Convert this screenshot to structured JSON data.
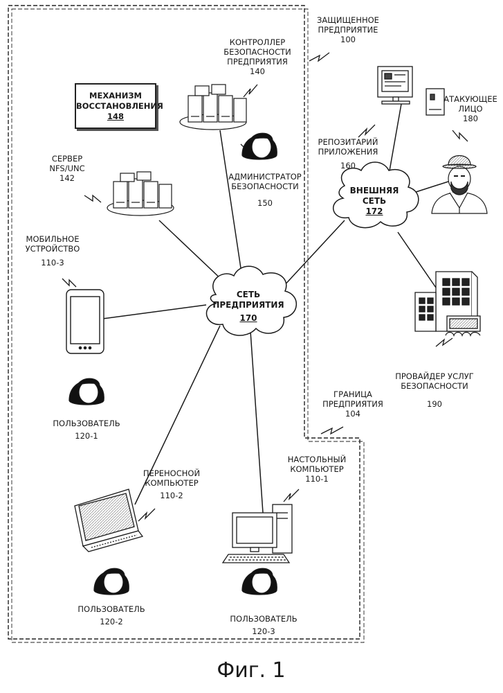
{
  "labels": {
    "secure_enterprise": {
      "name": "ЗАЩИЩЕННОЕ ПРЕДПРИЯТИЕ",
      "ref": "100"
    },
    "security_controller": {
      "name": "КОНТРОЛЛЕР БЕЗОПАСНОСТИ ПРЕДПРИЯТИЯ",
      "ref": "140"
    },
    "recovery_mechanism": {
      "name": "МЕХАНИЗМ ВОССТАНОВЛЕНИЯ",
      "ref": "148"
    },
    "nfs_server": {
      "name": "СЕРВЕР NFS/UNC",
      "ref": "142"
    },
    "security_admin": {
      "name": "АДМИНИСТРАТОР БЕЗОПАСНОСТИ",
      "ref": "150"
    },
    "app_repository": {
      "name": "РЕПОЗИТАРИЙ ПРИЛОЖЕНИЯ",
      "ref": "160"
    },
    "attacker": {
      "name": "АТАКУЮЩЕЕ ЛИЦО",
      "ref": "180"
    },
    "external_network": {
      "name": "ВНЕШНЯЯ СЕТЬ",
      "ref": "172"
    },
    "mobile_device": {
      "name": "МОБИЛЬНОЕ УСТРОЙСТВО",
      "ref": "110-3"
    },
    "enterprise_network": {
      "name": "СЕТЬ ПРЕДПРИЯТИЯ",
      "ref": "170"
    },
    "security_provider": {
      "name": "ПРОВАЙДЕР УСЛУГ БЕЗОПАСНОСТИ",
      "ref": "190"
    },
    "user_1": {
      "name": "ПОЛЬЗОВАТЕЛЬ",
      "ref": "120-1"
    },
    "enterprise_boundary": {
      "name": "ГРАНИЦА ПРЕДПРИЯТИЯ",
      "ref": "104"
    },
    "desktop": {
      "name": "НАСТОЛЬНЫЙ КОМПЬЮТЕР",
      "ref": "110-1"
    },
    "laptop": {
      "name": "ПЕРЕНОСНОЙ КОМПЬЮТЕР",
      "ref": "110-2"
    },
    "user_2": {
      "name": "ПОЛЬЗОВАТЕЛЬ",
      "ref": "120-2"
    },
    "user_3": {
      "name": "ПОЛЬЗОВАТЕЛЬ",
      "ref": "120-3"
    }
  },
  "label_lines": {
    "secure_enterprise": [
      "ЗАЩИЩЕННОЕ",
      "ПРЕДПРИЯТИЕ"
    ],
    "security_controller": [
      "КОНТРОЛЛЕР",
      "БЕЗОПАСНОСТИ",
      "ПРЕДПРИЯТИЯ"
    ],
    "recovery_mechanism": [
      "МЕХАНИЗМ",
      "ВОССТАНОВЛЕНИЯ"
    ],
    "nfs_server": [
      "СЕРВЕР",
      "NFS/UNC"
    ],
    "security_admin": [
      "АДМИНИСТРАТОР",
      "БЕЗОПАСНОСТИ"
    ],
    "app_repository": [
      "РЕПОЗИТАРИЙ",
      "ПРИЛОЖЕНИЯ"
    ],
    "attacker": [
      "АТАКУЮЩЕЕ",
      "ЛИЦО"
    ],
    "external_network": [
      "ВНЕШНЯЯ",
      "СЕТЬ"
    ],
    "mobile_device": [
      "МОБИЛЬНОЕ",
      "УСТРОЙСТВО"
    ],
    "enterprise_network": [
      "СЕТЬ",
      "ПРЕДПРИЯТИЯ"
    ],
    "security_provider": [
      "ПРОВАЙДЕР УСЛУГ",
      "БЕЗОПАСНОСТИ"
    ],
    "enterprise_boundary": [
      "ГРАНИЦА",
      "ПРЕДПРИЯТИЯ"
    ],
    "desktop": [
      "НАСТОЛЬНЫЙ",
      "КОМПЬЮТЕР"
    ],
    "laptop": [
      "ПЕРЕНОСНОЙ",
      "КОМПЬЮТЕР"
    ]
  },
  "caption": "Фиг. 1",
  "colors": {
    "ink": "#1a1a1a",
    "background": "#ffffff"
  }
}
